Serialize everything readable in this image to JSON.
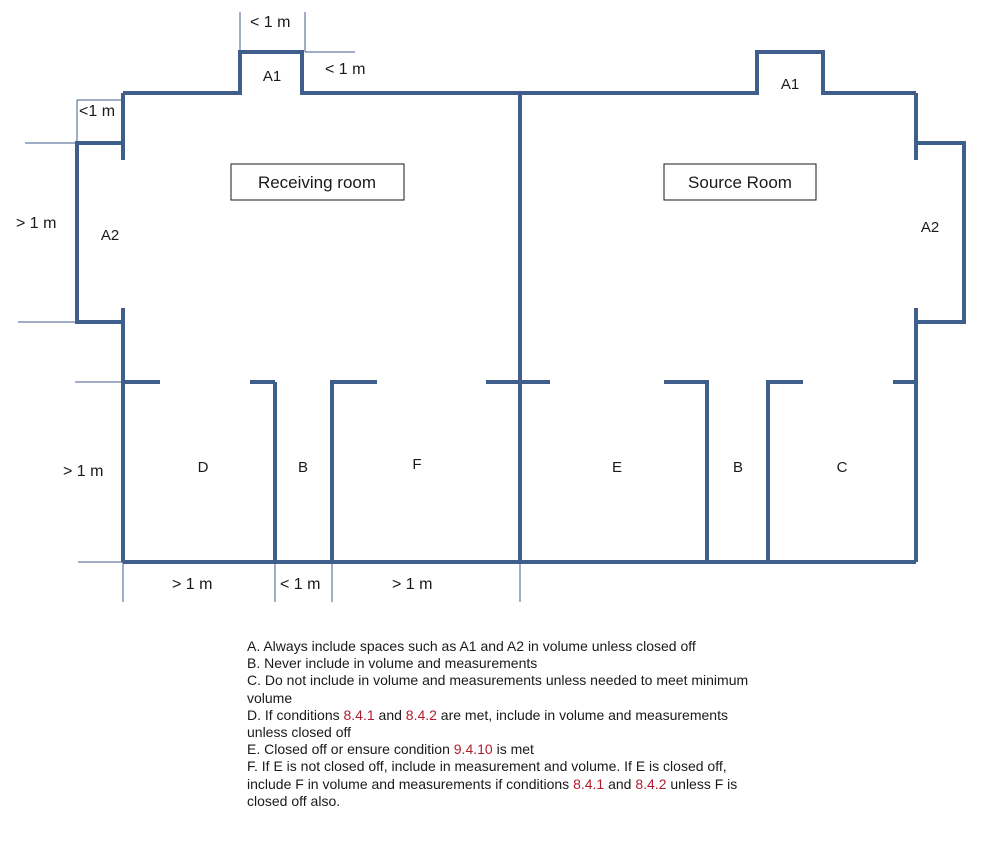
{
  "colors": {
    "wall": "#3f5e8c",
    "dimension_line": "#3f5e8c",
    "text": "#1a1a1a",
    "reference": "#b01c2e"
  },
  "rooms": {
    "receiving_label": "Receiving room",
    "source_label": "Source Room"
  },
  "space_labels": {
    "left_a1": "A1",
    "left_a2": "A2",
    "right_a1": "A1",
    "right_a2": "A2",
    "d": "D",
    "b_left": "B",
    "f": "F",
    "e": "E",
    "b_right": "B",
    "c": "C"
  },
  "dimensions": {
    "a1_width": "< 1 m",
    "a1_depth": "< 1 m",
    "a2_depth": "<1 m",
    "a2_height": "> 1 m",
    "lower_height": "> 1 m",
    "d_width": "> 1 m",
    "b_width": "< 1 m",
    "f_width": "> 1 m"
  },
  "notes": [
    {
      "parts": [
        {
          "text": "A. Always include spaces such as A1 and A2 in volume unless closed off"
        }
      ]
    },
    {
      "parts": [
        {
          "text": "B. Never include in volume and measurements"
        }
      ]
    },
    {
      "parts": [
        {
          "text": "C. Do not include in volume and measurements unless needed to meet minimum volume"
        }
      ]
    },
    {
      "parts": [
        {
          "text": "D. If conditions "
        },
        {
          "text": "8.4.1",
          "ref": true
        },
        {
          "text": " and "
        },
        {
          "text": "8.4.2",
          "ref": true
        },
        {
          "text": " are met, include in volume and measurements unless closed off"
        }
      ]
    },
    {
      "parts": [
        {
          "text": "E. Closed off or ensure condition "
        },
        {
          "text": "9.4.10",
          "ref": true
        },
        {
          "text": " is met"
        }
      ]
    },
    {
      "parts": [
        {
          "text": "F. If E is not closed off, include in measurement and volume. If E is closed off, include F in volume and measurements if conditions "
        },
        {
          "text": "8.4.1",
          "ref": true
        },
        {
          "text": " and "
        },
        {
          "text": "8.4.2",
          "ref": true
        },
        {
          "text": " unless F is closed off also."
        }
      ]
    }
  ]
}
